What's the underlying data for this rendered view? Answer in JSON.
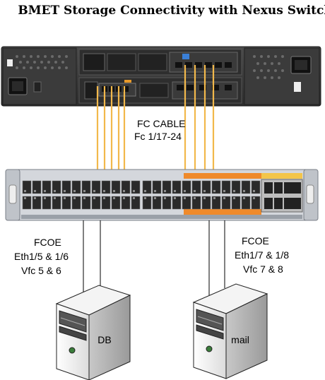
{
  "title": "BMET Storage Connectivity with Nexus Switch",
  "fc_cable": {
    "line1": "FC CABLE",
    "line2": "Fc 1/17-24"
  },
  "fcoe_left": {
    "line1": "FCOE",
    "line2": "Eth1/5 & 1/6",
    "line3": "Vfc 5 & 6"
  },
  "fcoe_right": {
    "line1": "FCOE",
    "line2": "Eth1/7 & 1/8",
    "line3": "Vfc 7 & 8"
  },
  "servers": {
    "left_name": "DB",
    "right_name": "mail"
  },
  "colors": {
    "fc_cable": "#f2b84b",
    "fcoe_highlight": "#ef8a2b",
    "switch_body": "#d4d7dc",
    "port": "#2a2a2a",
    "chassis": "#3a3a3a"
  }
}
